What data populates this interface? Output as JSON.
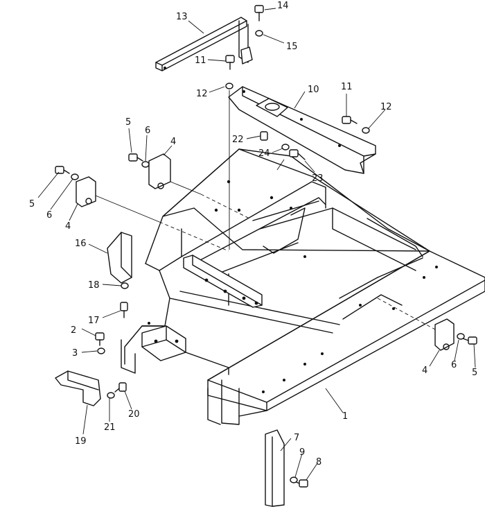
{
  "colors": {
    "line": "#111111",
    "background": "#ffffff"
  },
  "callouts": [
    {
      "id": "c1",
      "text": "1"
    },
    {
      "id": "c2",
      "text": "2"
    },
    {
      "id": "c3",
      "text": "3"
    },
    {
      "id": "c4a",
      "text": "4"
    },
    {
      "id": "c4b",
      "text": "4"
    },
    {
      "id": "c4c",
      "text": "4"
    },
    {
      "id": "c5a",
      "text": "5"
    },
    {
      "id": "c5b",
      "text": "5"
    },
    {
      "id": "c5c",
      "text": "5"
    },
    {
      "id": "c6a",
      "text": "6"
    },
    {
      "id": "c6b",
      "text": "6"
    },
    {
      "id": "c6c",
      "text": "6"
    },
    {
      "id": "c7",
      "text": "7"
    },
    {
      "id": "c8",
      "text": "8"
    },
    {
      "id": "c9",
      "text": "9"
    },
    {
      "id": "c10",
      "text": "10"
    },
    {
      "id": "c11a",
      "text": "11"
    },
    {
      "id": "c11b",
      "text": "11"
    },
    {
      "id": "c12a",
      "text": "12"
    },
    {
      "id": "c12b",
      "text": "12"
    },
    {
      "id": "c13",
      "text": "13"
    },
    {
      "id": "c14",
      "text": "14"
    },
    {
      "id": "c15",
      "text": "15"
    },
    {
      "id": "c16",
      "text": "16"
    },
    {
      "id": "c17",
      "text": "17"
    },
    {
      "id": "c18",
      "text": "18"
    },
    {
      "id": "c19",
      "text": "19"
    },
    {
      "id": "c20",
      "text": "20"
    },
    {
      "id": "c21",
      "text": "21"
    },
    {
      "id": "c22",
      "text": "22"
    },
    {
      "id": "c23",
      "text": "23"
    },
    {
      "id": "c24",
      "text": "24"
    }
  ]
}
